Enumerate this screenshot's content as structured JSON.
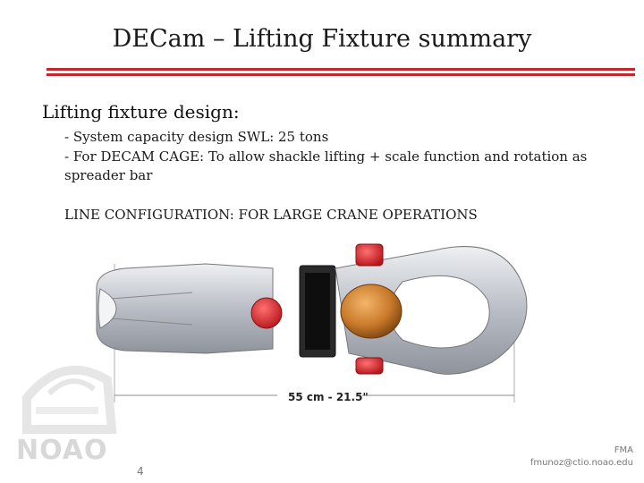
{
  "slide": {
    "title": "DECam – Lifting Fixture summary",
    "heading": "Lifting fixture design:",
    "lines": [
      "- System capacity design SWL: 25 tons",
      "- For DECAM CAGE: To allow shackle lifting + scale function  and rotation as",
      "spreader bar",
      "LINE CONFIGURATION: FOR LARGE CRANE OPERATIONS"
    ],
    "dimension_label": "55 cm - 21.5\"",
    "page_number": "4",
    "footer": {
      "line1": "FMA",
      "line2": "fmunoz@ctio.noao.edu"
    },
    "logo_text": "NOAO"
  },
  "colors": {
    "accent": "#c0282d",
    "shackle_pin": "#e0262c",
    "swivel": "#c97a2a",
    "metal": "#c9ccd2"
  }
}
